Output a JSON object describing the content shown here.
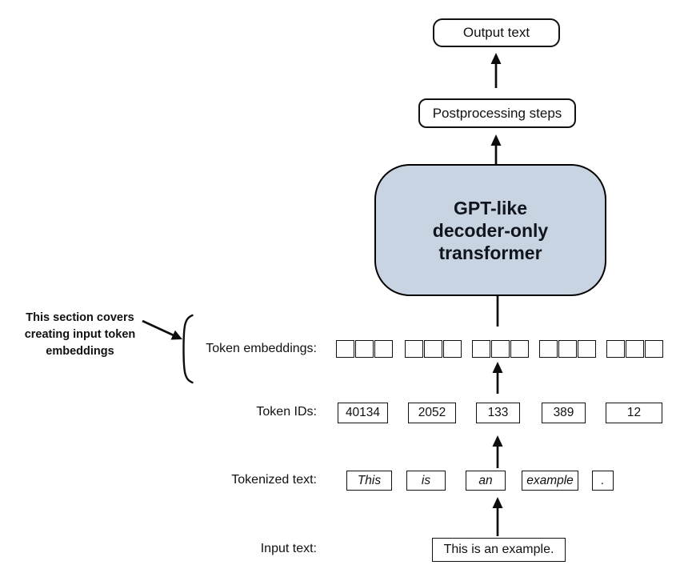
{
  "colors": {
    "background": "#ffffff",
    "box_border": "#111111",
    "transformer_fill": "#c8d4e1",
    "transformer_text": "#10151e",
    "arrow": "#0d0d0d"
  },
  "annotation": {
    "lines": [
      "This section covers",
      "creating input token",
      "embeddings"
    ]
  },
  "pipeline": {
    "output_label": "Output text",
    "postprocessing_label": "Postprocessing steps",
    "transformer_lines": [
      "GPT-like",
      "decoder-only",
      "transformer"
    ]
  },
  "rows": {
    "embeddings": {
      "label": "Token embeddings:",
      "group_count": 5,
      "cells_per_group": 3
    },
    "token_ids": {
      "label": "Token IDs:",
      "values": [
        "40134",
        "2052",
        "133",
        "389",
        "12"
      ]
    },
    "tokenized": {
      "label": "Tokenized text:",
      "tokens": [
        "This",
        "is",
        "an",
        "example",
        "."
      ]
    },
    "input": {
      "label": "Input text:",
      "value": "This is an example."
    }
  }
}
